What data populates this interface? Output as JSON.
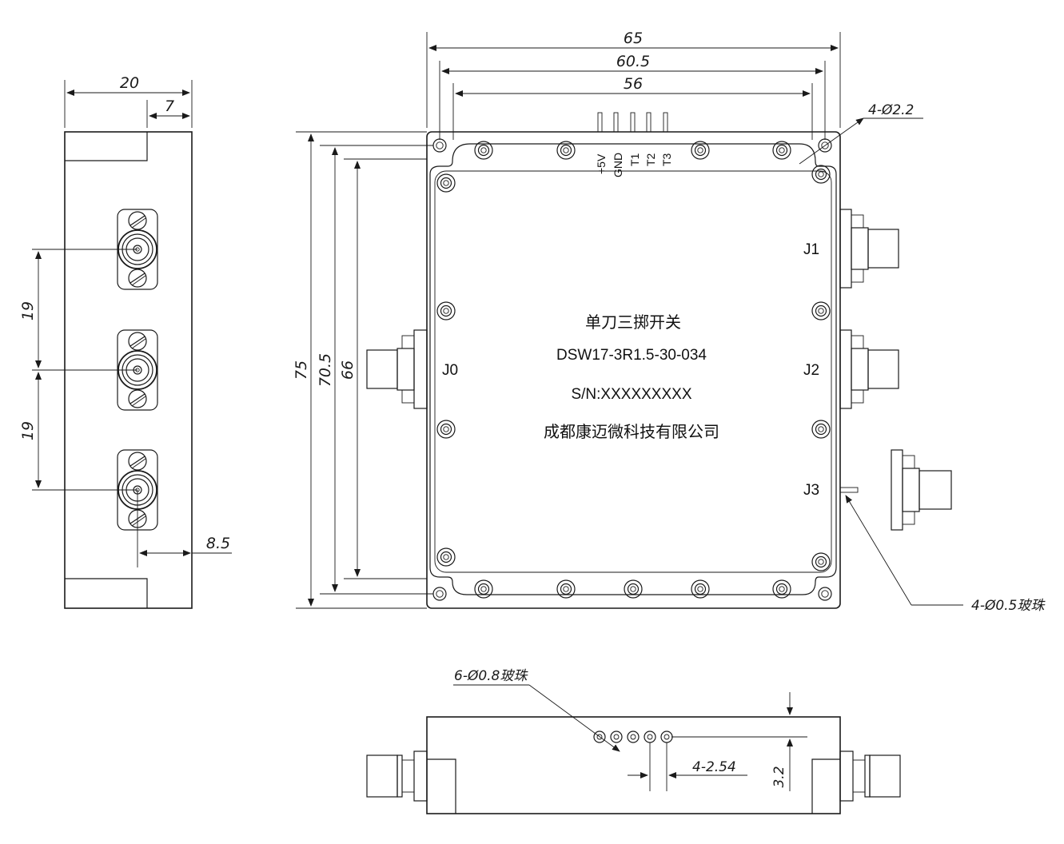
{
  "side_view": {
    "dim_width": "20",
    "dim_offset": "7",
    "dim_pitch_1": "19",
    "dim_pitch_2": "19",
    "dim_edge": "8.5"
  },
  "top_view": {
    "dim_outer": "65",
    "dim_mid": "60.5",
    "dim_inner": "56",
    "dim_height_outer": "75",
    "dim_height_mid": "70.5",
    "dim_height_inner": "66",
    "hole_note": "4-Ø2.2",
    "bead_note": "4-Ø0.5玻珠",
    "pins": [
      "+5V",
      "GND",
      "T1",
      "T2",
      "T3"
    ],
    "ports": {
      "j0": "J0",
      "j1": "J1",
      "j2": "J2",
      "j3": "J3"
    },
    "label": {
      "name": "单刀三掷开关",
      "model": "DSW17-3R1.5-30-034",
      "serial": "S/N:XXXXXXXXX",
      "company": "成都康迈微科技有限公司"
    }
  },
  "bottom_view": {
    "bead_note": "6-Ø0.8玻珠",
    "pitch_note": "4-2.54",
    "dim_height": "3.2"
  }
}
